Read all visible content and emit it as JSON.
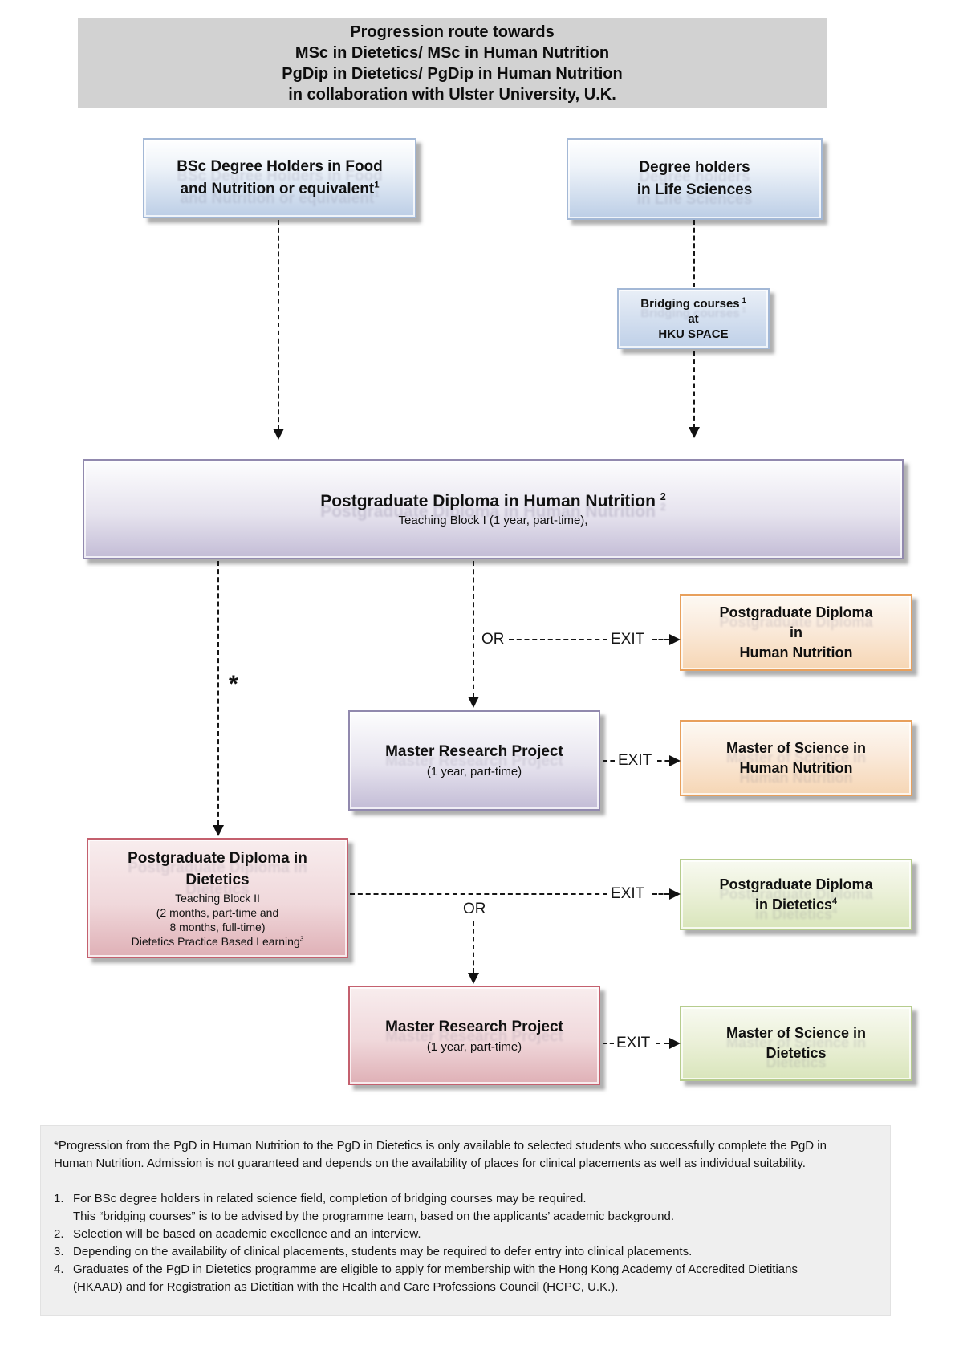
{
  "title": {
    "line1": "Progression route towards",
    "line2": "MSc in Dietetics/ MSc in Human Nutrition",
    "line3": "PgDip in Dietetics/ PgDip in Human Nutrition",
    "line4": "in collaboration with Ulster University, U.K."
  },
  "nodes": {
    "bsc_food_nutrition": {
      "line1": "BSc Degree Holders in Food",
      "line2": "and Nutrition or equivalent",
      "line2_sup": "1"
    },
    "life_sciences": {
      "line1": "Degree holders",
      "line2": "in Life Sciences"
    },
    "bridging": {
      "line1": "Bridging courses",
      "line1_sup": "1",
      "line2": "at",
      "line3": "HKU SPACE"
    },
    "pgd_hn_main": {
      "title": "Postgraduate Diploma in Human Nutrition",
      "title_sup": "2",
      "subtitle": "Teaching Block I (1 year, part-time),"
    },
    "pgd_hn_exit": {
      "line1": "Postgraduate Diploma",
      "line2": "in",
      "line3": "Human Nutrition"
    },
    "mrp_hn": {
      "title": "Master Research Project",
      "subtitle": "(1 year, part-time)"
    },
    "msc_hn": {
      "line1": "Master of Science in",
      "line2": "Human Nutrition"
    },
    "pgd_diet": {
      "title1": "Postgraduate Diploma in",
      "title2": "Dietetics",
      "detail1": "Teaching Block II",
      "detail2": "(2 months, part-time and",
      "detail3": "8 months, full-time)",
      "detail4": "Dietetics Practice Based Learning",
      "detail4_sup": "3"
    },
    "pgd_diet_exit": {
      "line1": "Postgraduate Diploma",
      "line2": "in Dietetics",
      "line2_sup": "4"
    },
    "mrp_diet": {
      "title": "Master Research Project",
      "subtitle": "(1 year, part-time)"
    },
    "msc_diet": {
      "line1": "Master of Science in",
      "line2": "Dietetics"
    }
  },
  "connectors": {
    "or": "OR",
    "exit": "EXIT",
    "asterisk": "*"
  },
  "footnotes": {
    "paragraph": "*Progression from the PgD in Human Nutrition to the PgD in Dietetics is only available to selected students who successfully complete the PgD in Human Nutrition. Admission is not guaranteed and depends on the availability of places for clinical placements as well as individual suitability.",
    "items": [
      {
        "num": "1.",
        "text": "For BSc degree holders in related science field, completion of bridging courses may be required."
      },
      {
        "num": "",
        "text": "This “bridging courses” is to be advised by the programme team, based on the applicants’ academic background."
      },
      {
        "num": "2.",
        "text": "Selection will be based on academic excellence and an interview."
      },
      {
        "num": "3.",
        "text": "Depending on the availability of clinical placements, students may be required to defer entry into clinical placements."
      },
      {
        "num": "4.",
        "text": "Graduates of the PgD in Dietetics programme are eligible to apply for membership with the Hong Kong Academy of Accredited Dietitians (HKAAD) and for Registration as Dietitian with the Health and Care Professions Council (HCPC, U.K.)."
      }
    ]
  },
  "colors": {
    "header_bg": "#d2d2d2",
    "footnote_bg": "#efefef",
    "blue_fill": "#bccee6",
    "bluelight_fill": "#bfd0e8",
    "blue_border": "#a3b8d6",
    "purple_fill": "#c3bcd6",
    "purple_border": "#9189ae",
    "orange_fill": "#f6d6b4",
    "orange_border": "#e8a05c",
    "pink_fill": "#dfb0b6",
    "pink_border": "#c4606e",
    "green_fill": "#d9e5bb",
    "green_border": "#b6cc8d"
  }
}
